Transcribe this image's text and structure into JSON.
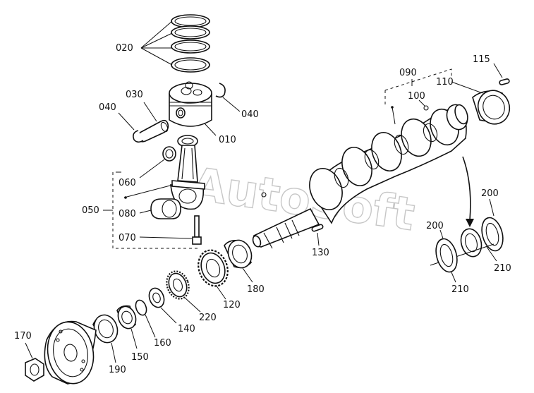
{
  "watermark": "AutoSoft",
  "labels": {
    "l020": "020",
    "l030": "030",
    "l040a": "040",
    "l040b": "040",
    "l010": "010",
    "l060": "060",
    "l050": "050",
    "l080": "080",
    "l070": "070",
    "l090": "090",
    "l100": "100",
    "l110": "110",
    "l115": "115",
    "l130": "130",
    "l180": "180",
    "l120": "120",
    "l220": "220",
    "l140": "140",
    "l160": "160",
    "l150": "150",
    "l190": "190",
    "l170": "170",
    "l200a": "200",
    "l200b": "200",
    "l210a": "210",
    "l210b": "210"
  }
}
